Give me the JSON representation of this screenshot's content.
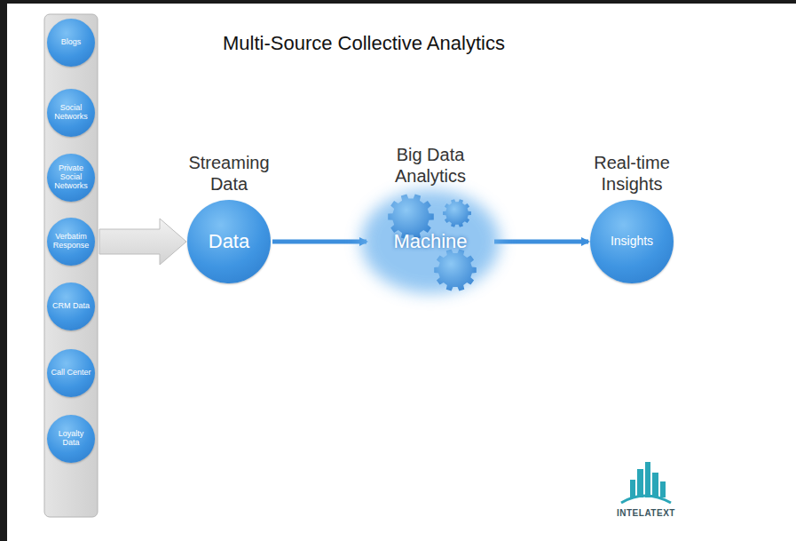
{
  "diagram": {
    "title": "Multi-Source Collective Analytics",
    "nodes": [
      {
        "text": [
          "Blogs"
        ]
      },
      {
        "text": [
          "Social Networks"
        ]
      },
      {
        "text": [
          "Private Social Networks"
        ]
      },
      {
        "text": [
          "Verbatim Response"
        ]
      },
      {
        "text": [
          "CRM Data"
        ]
      },
      {
        "text": [
          "Call Center"
        ]
      },
      {
        "text": [
          "Loyalty Data"
        ]
      },
      {
        "text": [
          "Streaming Data",
          "Data"
        ]
      },
      {
        "text": [
          "Big Data Analytics",
          "Machine"
        ]
      },
      {
        "text": [
          "Real-time Insights",
          "Insights"
        ]
      }
    ],
    "edges": [
      {
        "from": 7,
        "to": 8,
        "arrow": "to"
      },
      {
        "from": 8,
        "to": 9,
        "arrow": "to"
      }
    ],
    "labels": [
      "INTELATEXT"
    ]
  }
}
